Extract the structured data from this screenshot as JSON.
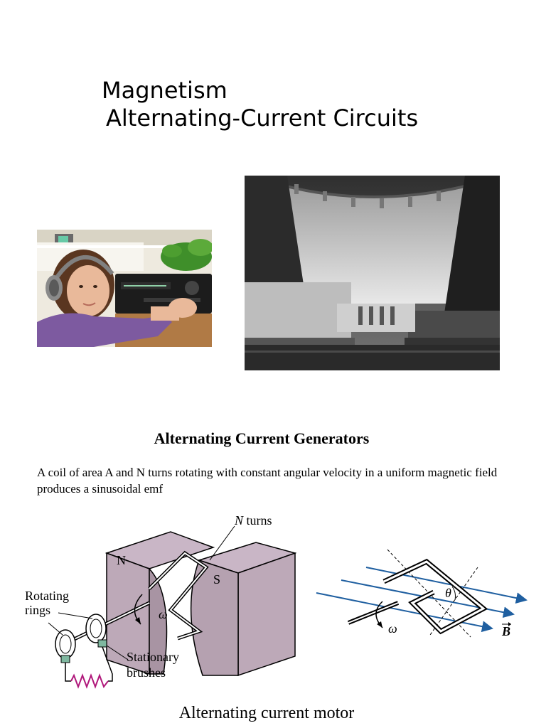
{
  "header": {
    "title_line1": "Magnetism",
    "title_line2": "Alternating-Current Circuits"
  },
  "images": {
    "photo_girl_icon": "girl-with-headphones-radio-photo",
    "photo_dam_icon": "hydroelectric-dam-photo"
  },
  "section": {
    "heading": "Alternating Current Generators",
    "body": "A coil of area A and N turns rotating with constant angular velocity in a uniform magnetic field produces a sinusoidal emf"
  },
  "diagram_generator": {
    "label_n_turns_italic": "N",
    "label_turns": " turns",
    "label_north": "N",
    "label_south": "S",
    "label_omega": "ω",
    "label_rotating": "Rotating",
    "label_rings": "rings",
    "label_stationary": "Stationary",
    "label_brushes": "brushes",
    "magnet_color": "#bda9b8",
    "resistor_color": "#b0177a"
  },
  "diagram_coil": {
    "label_omega": "ω",
    "label_theta": "θ",
    "label_b": "B",
    "field_line_color": "#1f5fa0"
  },
  "caption": "Alternating current  motor"
}
